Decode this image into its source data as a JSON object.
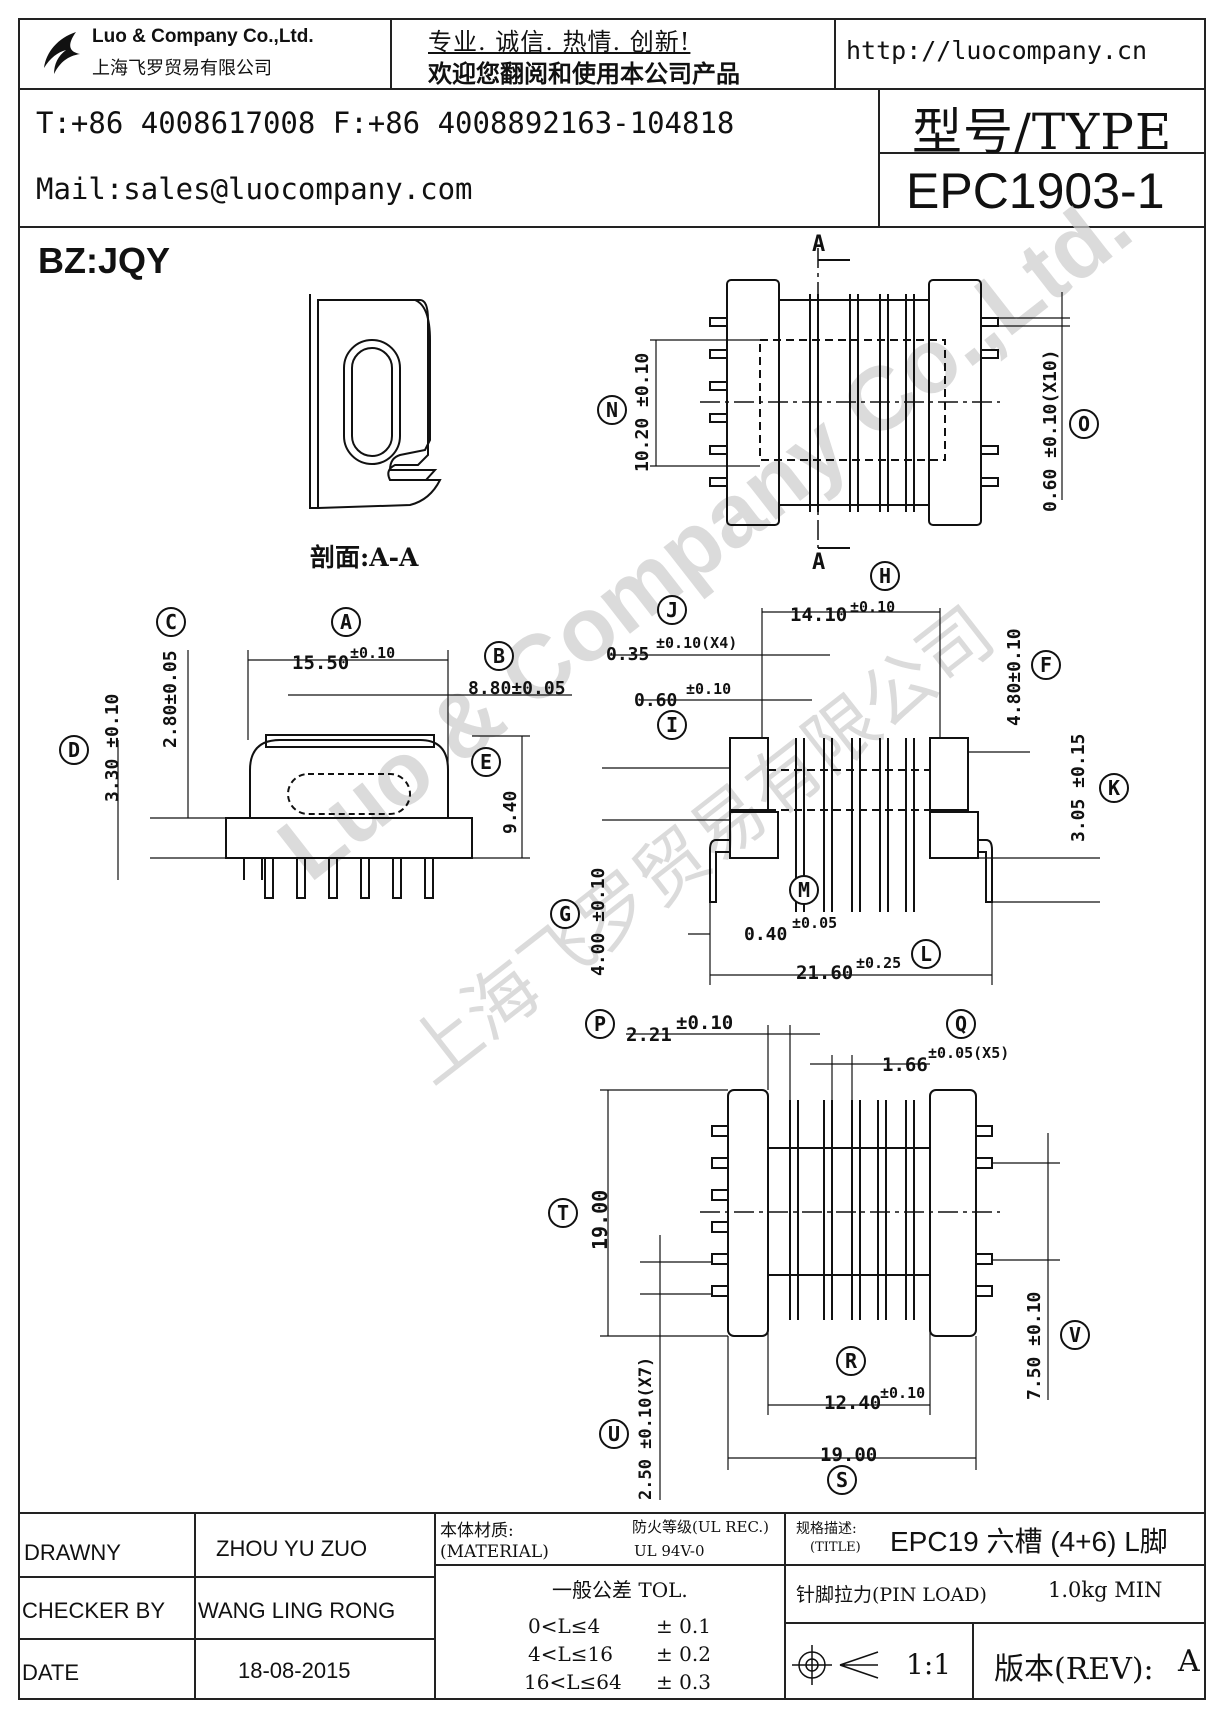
{
  "header": {
    "company_en": "Luo & Company Co.,Ltd.",
    "company_cn": "上海飞罗贸易有限公司",
    "slogan_line1": "专业. 诚信.  热情.  创新!",
    "slogan_line2": "欢迎您翻阅和使用本公司产品",
    "website": "http://luocompany.cn",
    "phone_fax": "T:+86 4008617008 F:+86 4008892163-104818",
    "mail": "Mail:sales@luocompany.com",
    "type_label": "型号/TYPE",
    "model": "EPC1903-1"
  },
  "drawing": {
    "bz_label": "BZ:JQY",
    "section_label": "剖面:A-A",
    "section_mark": "A",
    "watermark_en": "Luo & Company Co.,Ltd.",
    "watermark_cn": "上海飞罗贸易有限公司",
    "dims": {
      "A": "15.50",
      "A_tol": "±0.10",
      "B": "8.80±0.05",
      "C": "2.80±0.05",
      "D": "3.30 ±0.10",
      "E": "9.40",
      "F": "4.80±0.10",
      "G": "4.00 ±0.10",
      "H": "14.10",
      "H_tol": "±0.10",
      "I": "0.60",
      "I_tol": "±0.10",
      "J": "0.35",
      "J_tol": "±0.10(X4)",
      "K": "3.05 ±0.15",
      "L": "21.60",
      "L_tol": "±0.25",
      "M": "0.40",
      "M_tol": "±0.05",
      "N": "10.20 ±0.10",
      "O": "0.60 ±0.10(X10)",
      "P": "2.21",
      "P_tol": "±0.10",
      "Q": "1.66",
      "Q_tol": "±0.05(X5)",
      "R": "12.40",
      "R_tol": "±0.10",
      "S": "19.00",
      "T": "19.00",
      "U": "2.50 ±0.10(X7)",
      "V": "7.50 ±0.10"
    }
  },
  "title_block": {
    "drawn_label": "DRAWNY",
    "drawn_value": "ZHOU YU ZUO",
    "checker_label": "CHECKER BY",
    "checker_value": "WANG LING RONG",
    "date_label": "DATE",
    "date_value": "18-08-2015",
    "material_label_cn": "本体材质:",
    "material_label_en": "(MATERIAL)",
    "fire_label": "防火等级(UL REC.)",
    "fire_value": "UL 94V-0",
    "title_label_cn": "规格描述:",
    "title_label_en": "(TITLE)",
    "title_value": "EPC19 六槽 (4+6) L脚",
    "tol_title": "一般公差  TOL.",
    "tol_rows": [
      {
        "range": "0<L≤4",
        "tol": "± 0.1"
      },
      {
        "range": "4<L≤16",
        "tol": "± 0.2"
      },
      {
        "range": "16<L≤64",
        "tol": "± 0.3"
      }
    ],
    "pin_load_label": "针脚拉力(PIN LOAD)",
    "pin_load_value": "1.0kg MIN",
    "scale": "1:1",
    "rev_label": "版本(REV):",
    "rev_value": "A"
  }
}
